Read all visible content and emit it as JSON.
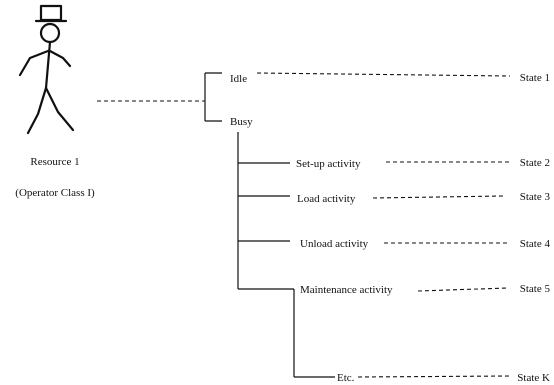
{
  "resource": {
    "name": "Resource 1",
    "class": "(Operator Class I)"
  },
  "states": {
    "idle": "Idle",
    "busy": "Busy"
  },
  "activities": [
    {
      "label": "Set-up activity"
    },
    {
      "label": "Load activity"
    },
    {
      "label": "Unload activity"
    },
    {
      "label": "Maintenance activity"
    },
    {
      "label": "Etc."
    }
  ],
  "state_labels": [
    "State 1",
    "State 2",
    "State 3",
    "State 4",
    "State 5",
    "State K"
  ],
  "icons": {
    "figure": "stick-figure-with-top-hat-icon"
  }
}
